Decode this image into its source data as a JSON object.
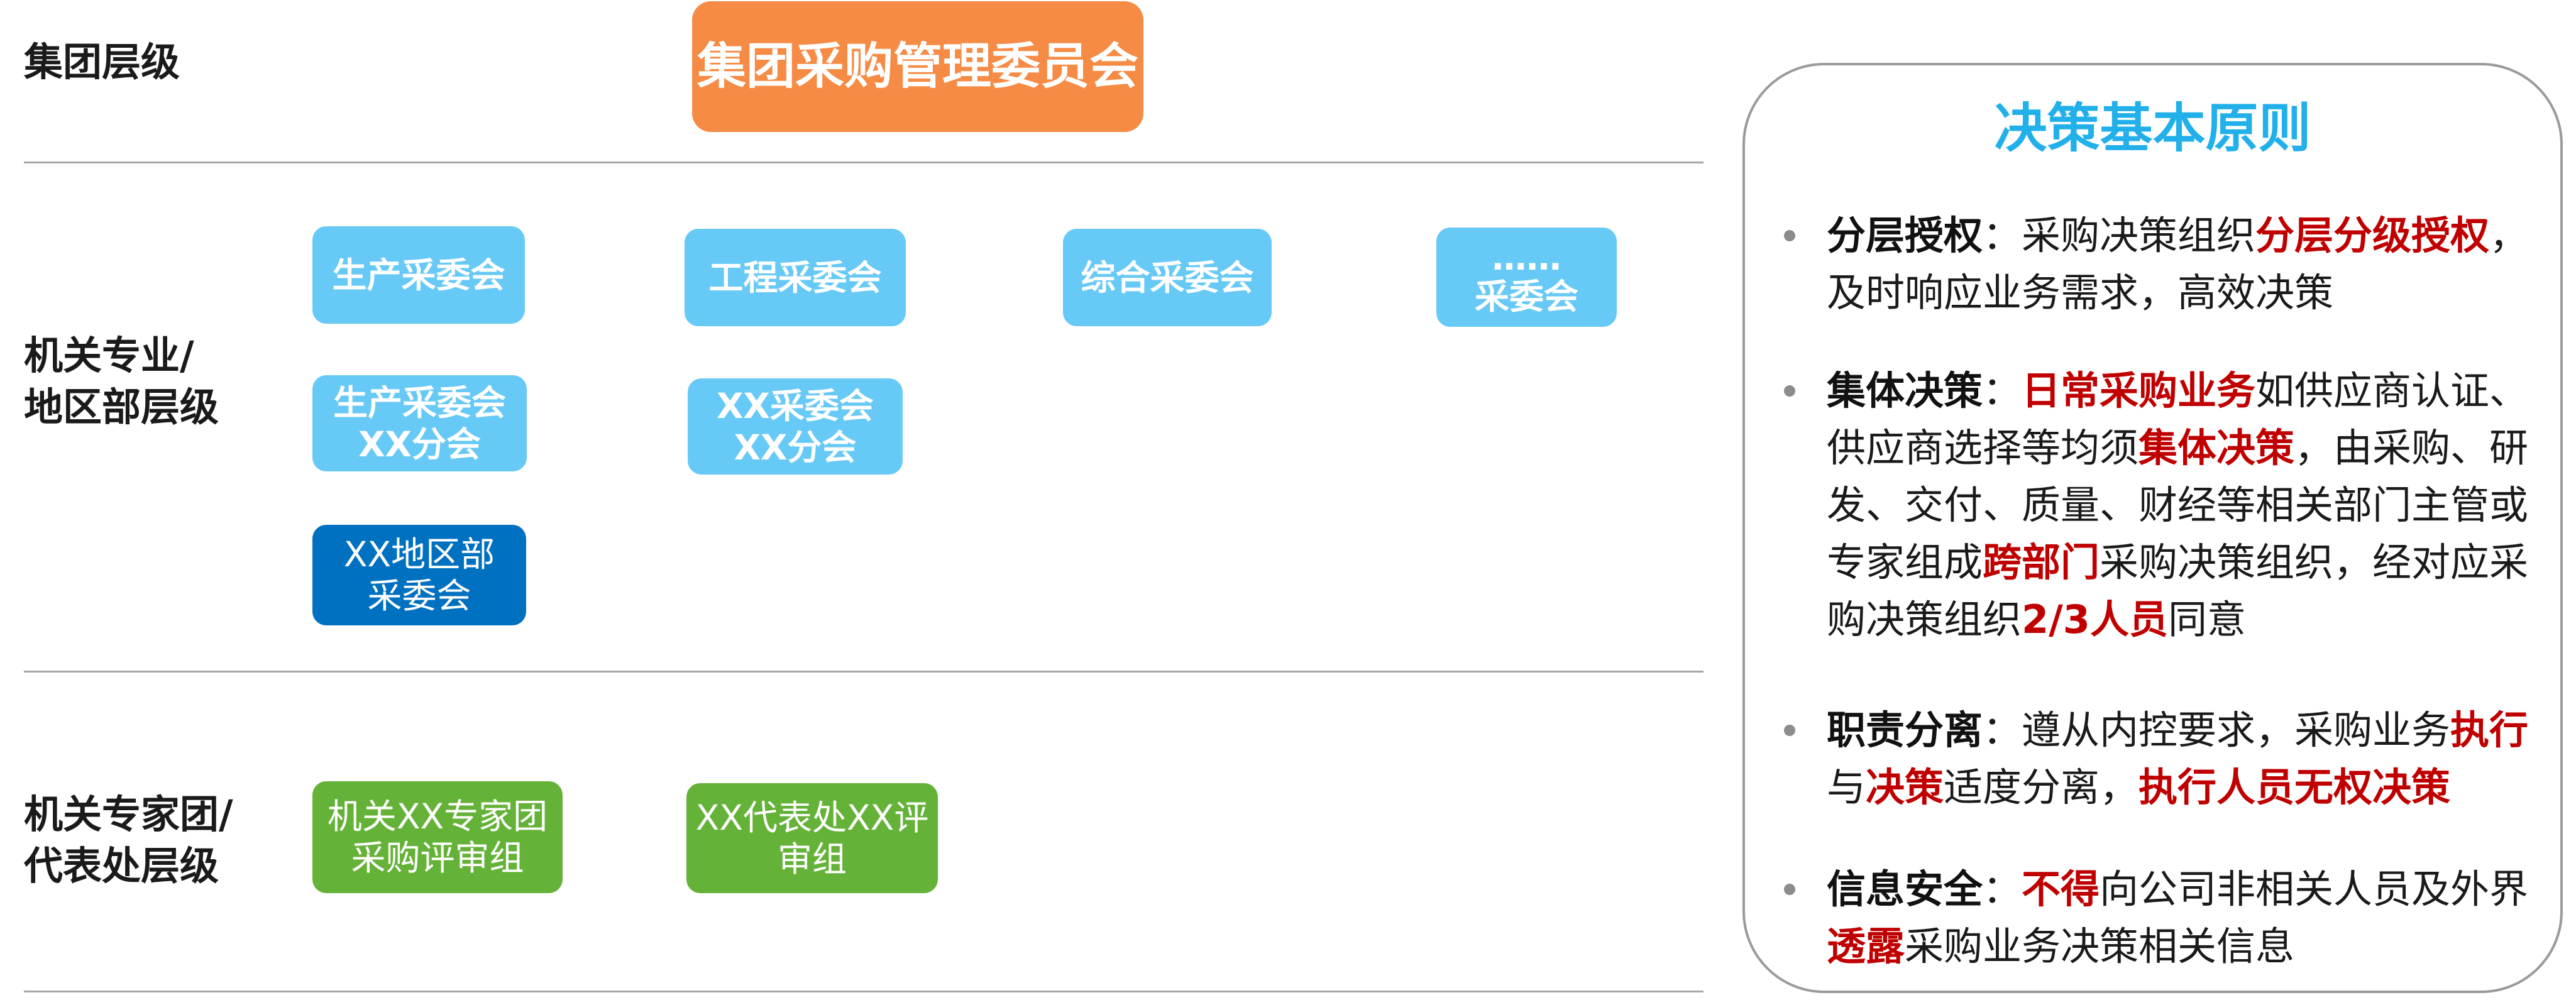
{
  "colors": {
    "orange": "#f58b45",
    "light_blue": "#67c9f6",
    "dark_blue": "#0070c0",
    "green": "#64b237",
    "title_blue": "#22b0ea",
    "emphasis_red": "#c00000"
  },
  "levels": {
    "group": "集团层级",
    "dept": "机关专业/\n地区部层级",
    "expert": "机关专家团/\n代表处层级"
  },
  "boxes": {
    "top": "集团采购管理委员会",
    "production": "生产采委会",
    "engineering": "工程采委会",
    "comprehensive": "综合采委会",
    "other": "……\n采委会",
    "production_branch": "生产采委会\nXX分会",
    "xx_branch": "XX采委会\nXX分会",
    "region": "XX地区部\n采委会",
    "expert_group": "机关XX专家团\n采购评审组",
    "office_group": "XX代表处XX评\n审组"
  },
  "principles": {
    "title": "决策基本原则",
    "items": [
      {
        "head": "分层授权",
        "sep": "：",
        "parts": [
          {
            "t": "采购决策组织",
            "s": "n"
          },
          {
            "t": "分层分级授权",
            "s": "r"
          },
          {
            "t": "，及时响应业务需求，高效决策",
            "s": "n"
          }
        ]
      },
      {
        "head": "集体决策",
        "sep": "：",
        "parts": [
          {
            "t": "日常采购业务",
            "s": "r"
          },
          {
            "t": "如供应商认证、供应商选择等均须",
            "s": "n"
          },
          {
            "t": "集体决策",
            "s": "r"
          },
          {
            "t": "，由采购、研发、交付、质量、财经等相关部门主管或专家组成",
            "s": "n"
          },
          {
            "t": "跨部门",
            "s": "r"
          },
          {
            "t": "采购决策组织，经对应采购决策组织",
            "s": "n"
          },
          {
            "t": "2/3人员",
            "s": "r"
          },
          {
            "t": "同意",
            "s": "n"
          }
        ]
      },
      {
        "head": "职责分离",
        "sep": "：",
        "parts": [
          {
            "t": "遵从内控要求，采购业务",
            "s": "n"
          },
          {
            "t": "执行",
            "s": "r"
          },
          {
            "t": "与",
            "s": "n"
          },
          {
            "t": "决策",
            "s": "r"
          },
          {
            "t": "适度分离，",
            "s": "n"
          },
          {
            "t": "执行人员无权决策",
            "s": "r"
          }
        ]
      },
      {
        "head": "信息安全",
        "sep": "：",
        "parts": [
          {
            "t": "不得",
            "s": "r"
          },
          {
            "t": "向公司非相关人员及外界",
            "s": "n"
          },
          {
            "t": "透露",
            "s": "r"
          },
          {
            "t": "采购业务决策相关信息",
            "s": "n"
          }
        ]
      }
    ]
  }
}
